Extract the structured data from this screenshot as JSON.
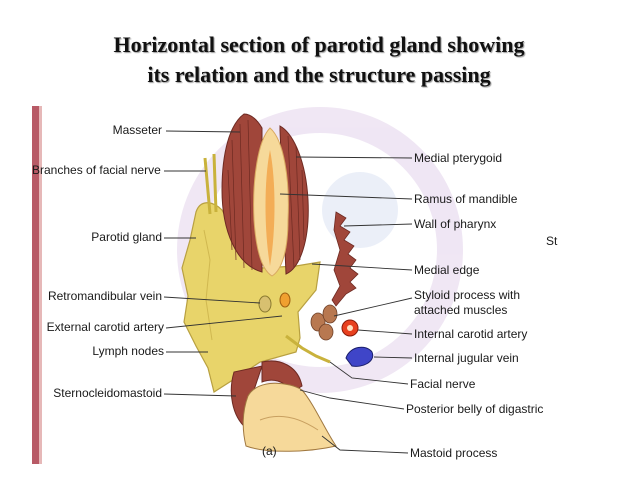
{
  "title": {
    "line1": "Horizontal section of parotid gland showing",
    "line2": "its relation and the structure passing"
  },
  "labels_left": {
    "masseter": "Masseter",
    "branches": "Branches of facial nerve",
    "parotid": "Parotid gland",
    "retro": "Retromandibular vein",
    "ext_carotid": "External carotid artery",
    "lymph": "Lymph nodes",
    "sterno": "Sternocleidomastoid"
  },
  "labels_right": {
    "med_pterygoid": "Medial pterygoid",
    "ramus": "Ramus of mandible",
    "pharynx": "Wall of pharynx",
    "medial_edge": "Medial edge",
    "styloid_1": "Styloid process with",
    "styloid_2": "attached muscles",
    "int_carotid": "Internal carotid artery",
    "int_jugular": "Internal jugular vein",
    "facial": "Facial nerve",
    "digastric": "Posterior belly of digastric",
    "mastoid": "Mastoid process"
  },
  "figure_label": "(a)",
  "side_text": "St",
  "colors": {
    "muscle": "#a0463a",
    "gland": "#e8d46a",
    "bone": "#f6d99a",
    "artery": "#e8401e",
    "vein": "#3f45c8",
    "watermark": "#c8a8d8"
  }
}
